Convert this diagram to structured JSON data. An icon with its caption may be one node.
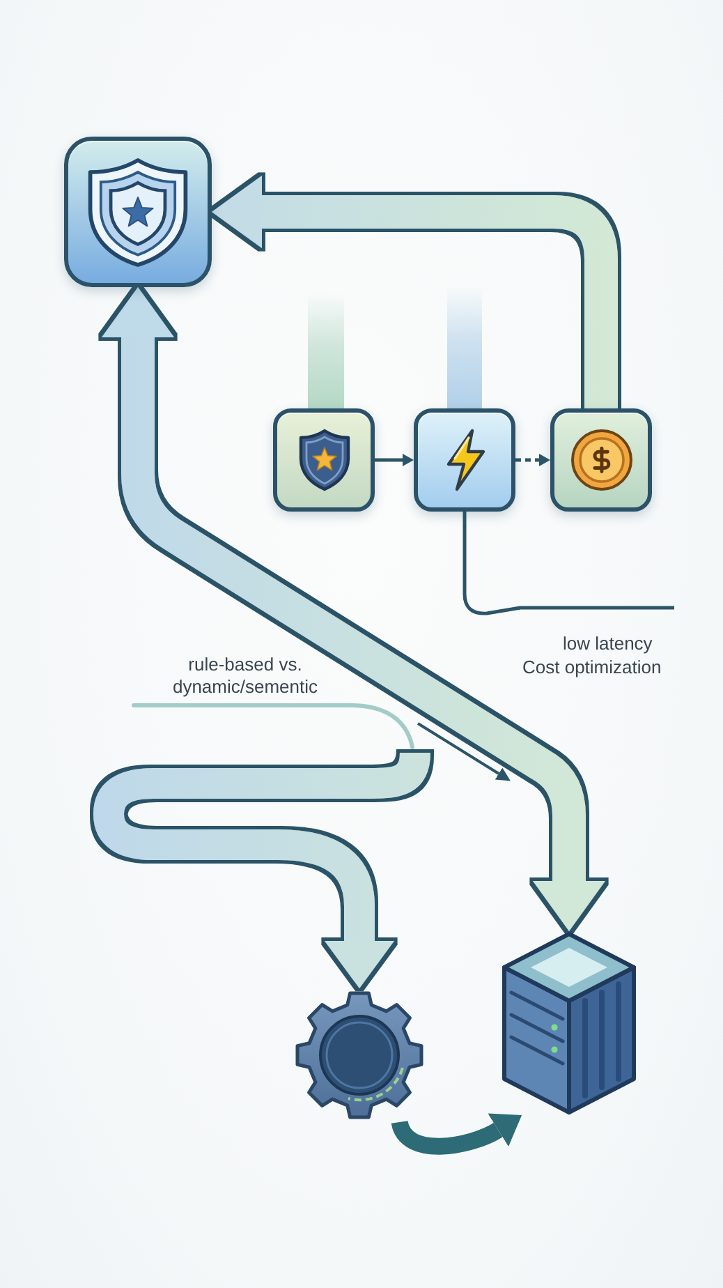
{
  "diagram": {
    "nodes": [
      {
        "text": [],
        "shape": "box"
      },
      {
        "text": [],
        "shape": "bar"
      },
      {
        "text": [],
        "shape": "bar"
      },
      {
        "text": [],
        "shape": "box"
      },
      {
        "text": [],
        "shape": "box"
      },
      {
        "text": [],
        "shape": "box"
      },
      {
        "text": [],
        "shape": "gear"
      },
      {
        "text": [],
        "shape": "server"
      }
    ],
    "edges": [
      {
        "from": 5,
        "to": 0,
        "arrow": "to",
        "style": "thick"
      },
      {
        "from": 0,
        "to": 7,
        "arrow": "both",
        "style": "thick"
      },
      {
        "from": 3,
        "to": 4,
        "arrow": "to"
      },
      {
        "from": 4,
        "to": 5,
        "arrow": "to",
        "style": "dashed"
      },
      {
        "from": 4,
        "to": null,
        "arrow": "none"
      },
      {
        "from": null,
        "to": 6,
        "arrow": "to",
        "style": "thick"
      },
      {
        "from": 6,
        "to": 7,
        "arrow": "to",
        "style": "thick",
        "color": "#2d6b76"
      }
    ],
    "labels": [
      "rule-based vs. dynamic/sementic",
      "low latency",
      "Cost optimization"
    ]
  }
}
